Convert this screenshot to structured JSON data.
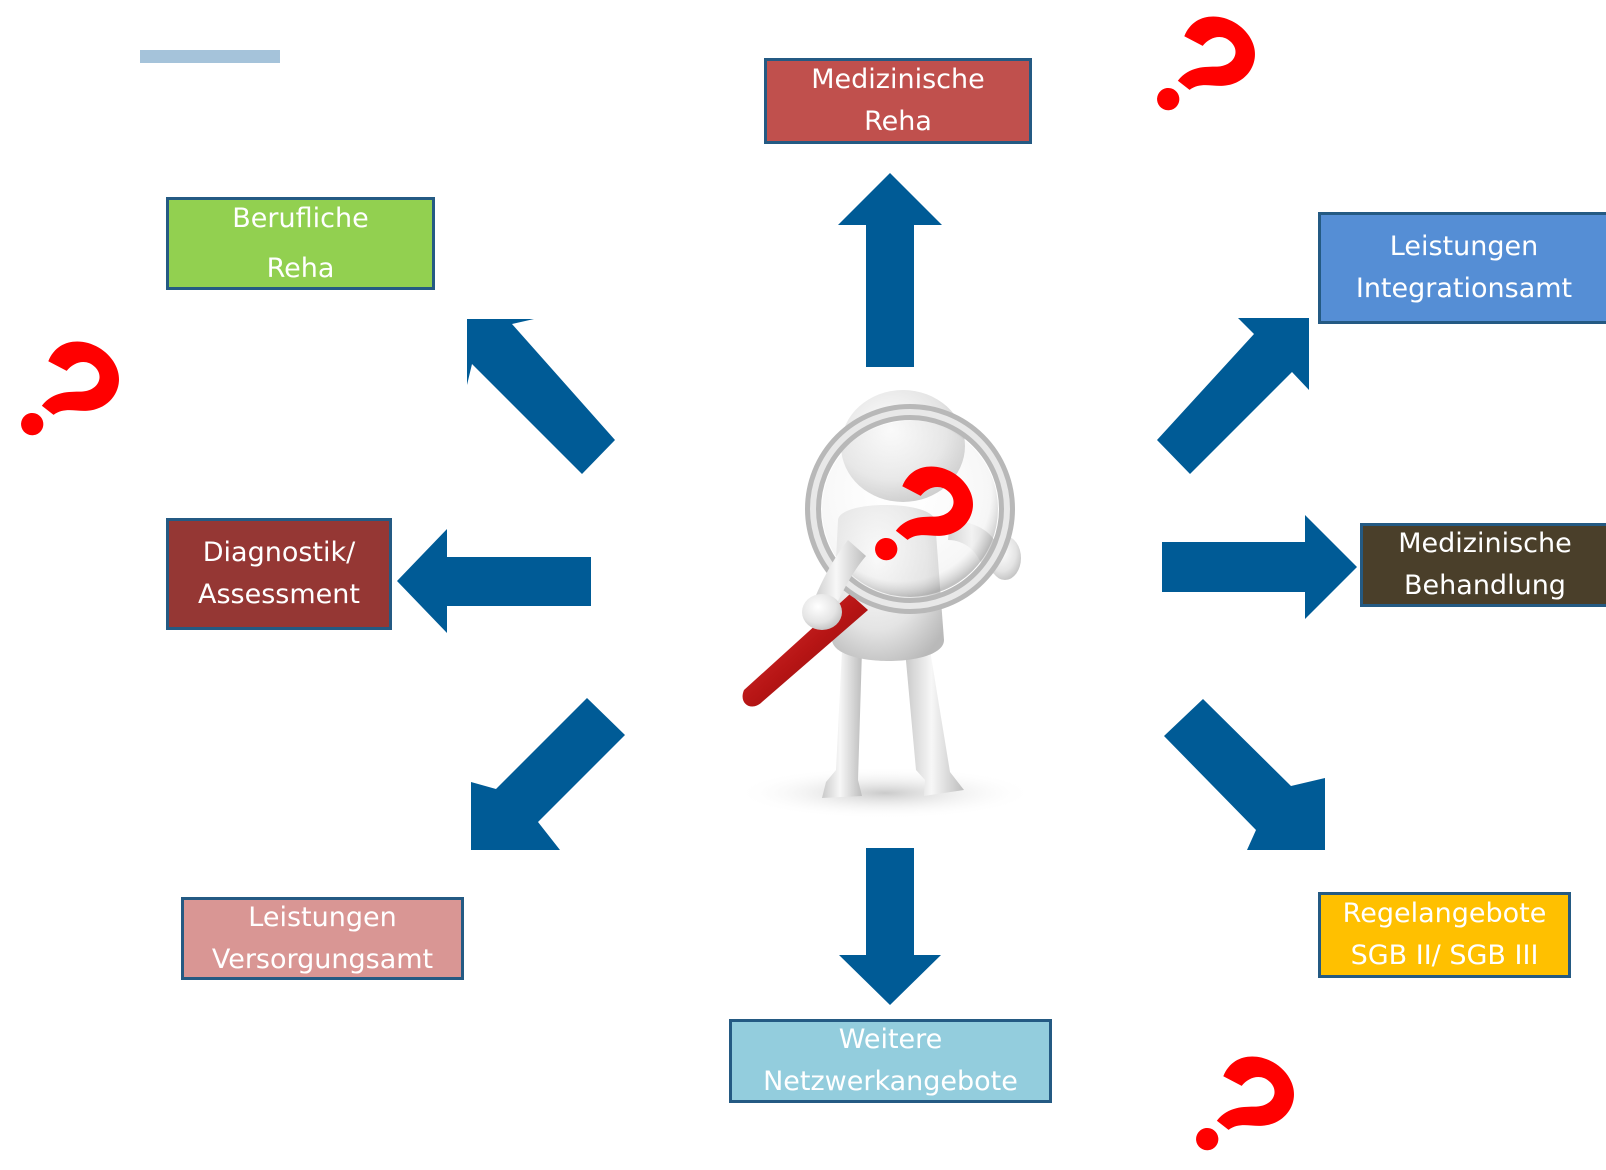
{
  "boxes": {
    "medizinische_reha": [
      "Medizinische",
      "Reha"
    ],
    "berufliche_reha": [
      "Berufliche",
      "Reha"
    ],
    "leistungen_integrationsamt": [
      "Leistungen",
      "Integrationsamt"
    ],
    "diagnostik_assessment": [
      "Diagnostik/",
      "Assessment"
    ],
    "medizinische_behandlung": [
      "Medizinische",
      "Behandlung"
    ],
    "leistungen_versorgungsamt": [
      "Leistungen",
      "Versorgungsamt"
    ],
    "regelangebote": [
      "Regelangebote",
      "SGB II/ SGB III"
    ],
    "weitere_netzwerkangebote": [
      "Weitere",
      "Netzwerkangebote"
    ]
  },
  "colors": {
    "arrow": "#005b96",
    "question_mark": "#ff0000",
    "box_border": "#245a83",
    "accent_bar": "#a5c3da"
  },
  "icons": {
    "center_figure": "person-with-magnifying-glass",
    "question": "question-mark-icon"
  }
}
